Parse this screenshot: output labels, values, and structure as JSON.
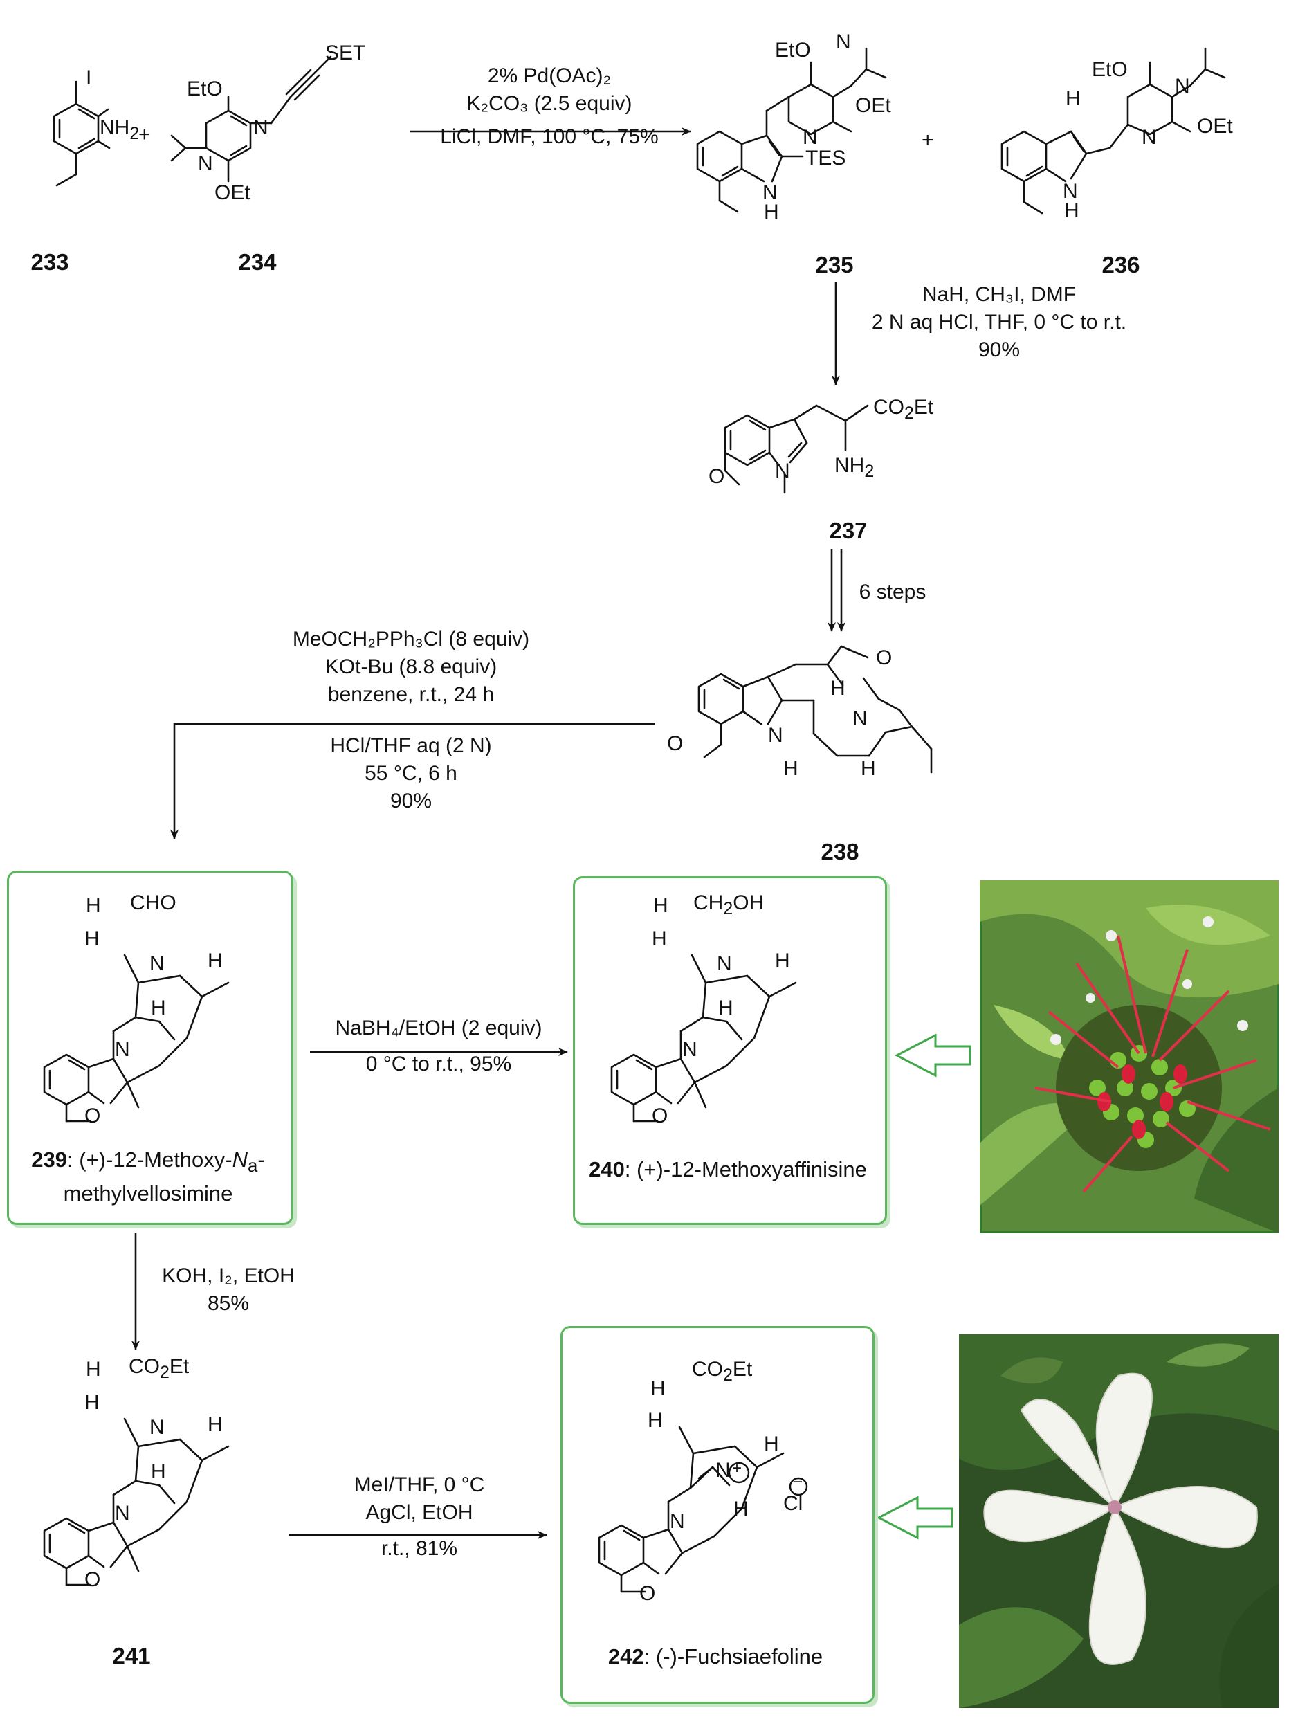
{
  "compounds": {
    "c233": "233",
    "c234": "234",
    "c235": "235",
    "c236": "236",
    "c237": "237",
    "c238": "238",
    "c241": "241"
  },
  "captions": {
    "c239_number": "239",
    "c239_line1": ": (+)-12-Methoxy-",
    "c239_na": "N",
    "c239_na_sub": "a",
    "c239_line1_end": "-",
    "c239_line2": "methylvellosimine",
    "c240_number": "240",
    "c240_name": ": (+)-12-Methoxyaffinisine",
    "c242_number": "242",
    "c242_name": ": (-)-Fuchsiaefoline"
  },
  "atom_labels": {
    "iodo": "I",
    "nh2_a": "NH",
    "nh2_a_sub": "2",
    "eto": "EtO",
    "oet": "OEt",
    "n": "N",
    "set": "SET",
    "tes": "TES",
    "nh": "N",
    "h": "H",
    "co2et_a": "CO",
    "co2et_sub": "2",
    "co2et_b": "Et",
    "nh2_b": "NH",
    "o": "O",
    "cho": "CHO",
    "ch2oh_a": "CH",
    "ch2oh_sub": "2",
    "ch2oh_b": "OH",
    "plus_sign": "+",
    "cl": "Cl",
    "charge_plus": "+",
    "charge_minus": "−"
  },
  "conditions": {
    "step1": [
      "2% Pd(OAc)₂",
      "K₂CO₃ (2.5 equiv)",
      "LiCl, DMF, 100 °C, 75%"
    ],
    "step2": [
      "NaH, CH₃I, DMF",
      "2 N aq HCl, THF, 0 °C to r.t.",
      "90%"
    ],
    "step3": [
      "6 steps"
    ],
    "step4_top": [
      "MeOCH₂PPh₃Cl (8 equiv)",
      "KOt-Bu (8.8 equiv)",
      "benzene, r.t., 24 h"
    ],
    "step4_bottom": [
      "HCl/THF aq (2 N)",
      "55 °C, 6 h",
      "90%"
    ],
    "step5": [
      "NaBH₄/EtOH (2 equiv)",
      "0 °C to r.t., 95%"
    ],
    "step6": [
      "KOH, I₂, EtOH",
      "85%"
    ],
    "step7": [
      "MeI/THF, 0 °C",
      "AgCl, EtOH",
      "r.t., 81%"
    ]
  },
  "colors": {
    "frame": "#5cb85c",
    "frame_shadow": "#c9e6c9",
    "open_arrow": "#3ea84a",
    "bond": "#111111"
  },
  "photos": [
    {
      "subject": "red-tubular-flower-cluster"
    },
    {
      "subject": "white-pinwheel-flower"
    }
  ]
}
